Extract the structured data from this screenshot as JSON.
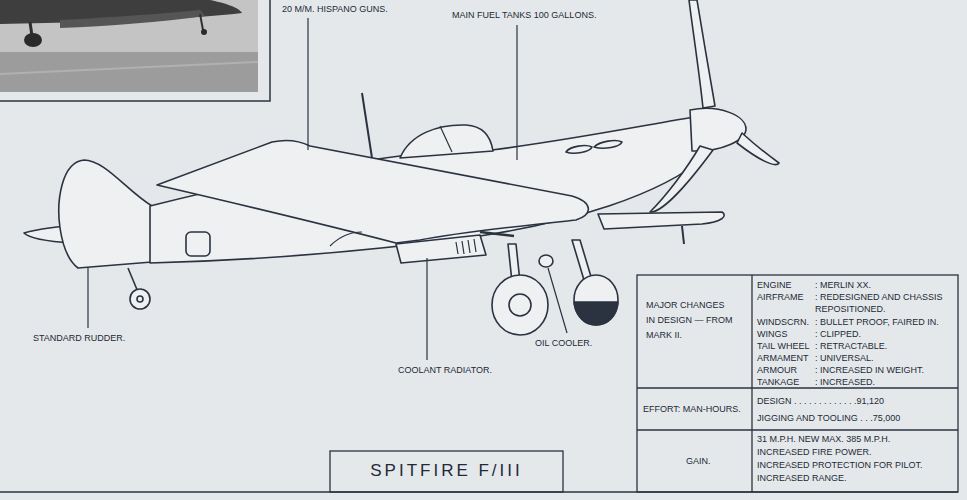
{
  "diagram": {
    "title": "SPITFIRE F/III",
    "labels": [
      "20 M/M. HISPANO GUNS.",
      "MAIN FUEL TANKS 100 GALLONS.",
      "STANDARD RUDDER.",
      "OIL COOLER.",
      "COOLANT RADIATOR.",
      "MAJOR CHANGES IN DESIGN — FROM MARK II.",
      "ENGINE",
      ": MERLIN XX.",
      "AIRFRAME",
      ": REDESIGNED AND CHASSIS REPOSITIONED.",
      "WINDSCRN.",
      ": BULLET PROOF, FAIRED IN.",
      "WINGS",
      ": CLIPPED.",
      "TAIL WHEEL",
      ": RETRACTABLE.",
      "ARMAMENT",
      ": UNIVERSAL.",
      "ARMOUR",
      ": INCREASED IN WEIGHT.",
      "TANKAGE",
      ": INCREASED.",
      "EFFORT: MAN-HOURS.",
      "DESIGN . . . . . . . . . . . . .91,120",
      "JIGGING AND TOOLING . . .75,000",
      "GAIN.",
      "31 M.P.H. NEW MAX. 385 M.P.H.",
      "INCREASED FIRE POWER.",
      "INCREASED PROTECTION FOR PILOT.",
      "INCREASED RANGE."
    ]
  }
}
